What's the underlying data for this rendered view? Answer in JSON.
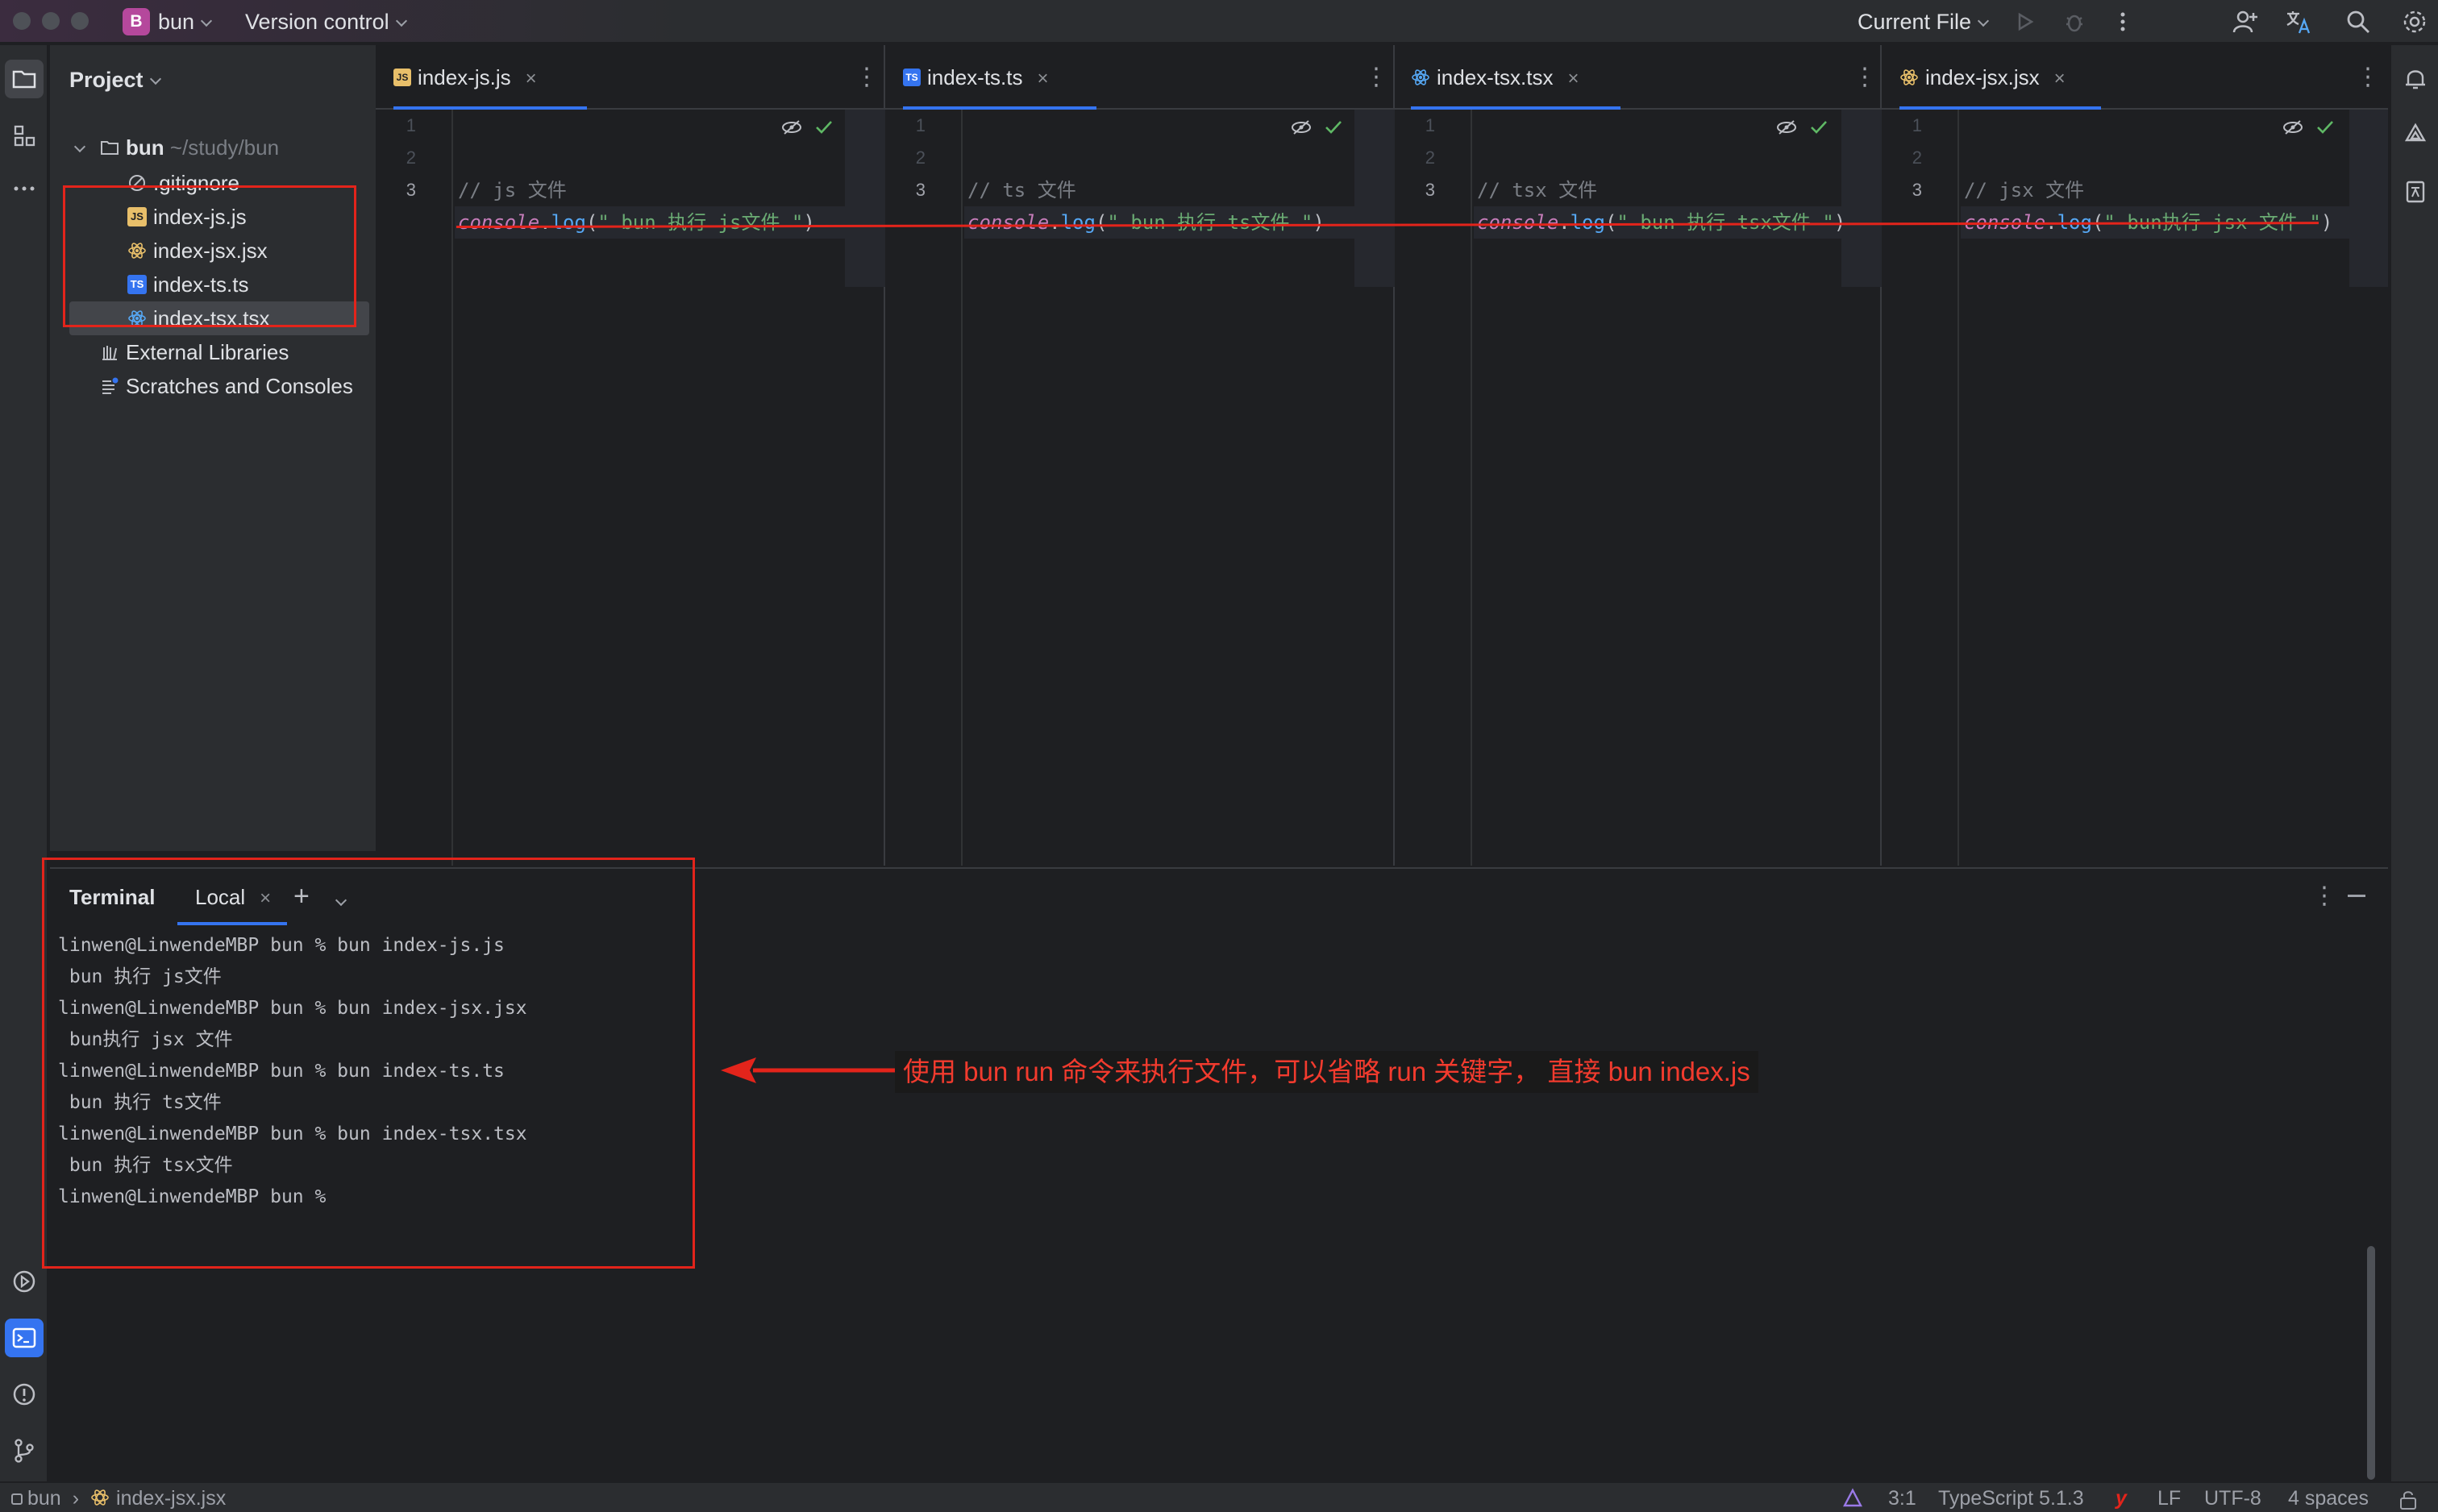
{
  "titlebar": {
    "project_badge": "B",
    "project_name": "bun",
    "version_control": "Version control",
    "run_config": "Current File"
  },
  "project_panel": {
    "title": "Project",
    "root_name": "bun",
    "root_path": "~/study/bun",
    "files": [
      {
        "name": ".gitignore",
        "icon": "gitignore-icon"
      },
      {
        "name": "index-js.js",
        "icon": "js-file-icon"
      },
      {
        "name": "index-jsx.jsx",
        "icon": "react-file-icon"
      },
      {
        "name": "index-ts.ts",
        "icon": "ts-file-icon"
      },
      {
        "name": "index-tsx.tsx",
        "icon": "react-file-icon"
      }
    ],
    "external_libraries": "External Libraries",
    "scratches": "Scratches and Consoles"
  },
  "editors": [
    {
      "tab": "index-js.js",
      "badge": "JS",
      "lines": [
        "1",
        "2",
        "3"
      ],
      "comment": "// js 文件",
      "code": {
        "obj": "console",
        "dot": ".",
        "fn": "log",
        "open": "(",
        "str": "\" bun 执行 js文件 \"",
        "close": ")"
      }
    },
    {
      "tab": "index-ts.ts",
      "badge": "TS",
      "lines": [
        "1",
        "2",
        "3"
      ],
      "comment": "// ts 文件",
      "code": {
        "obj": "console",
        "dot": ".",
        "fn": "log",
        "open": "(",
        "str": "\" bun 执行 ts文件 \"",
        "close": ")"
      }
    },
    {
      "tab": "index-tsx.tsx",
      "badge": "",
      "lines": [
        "1",
        "2",
        "3"
      ],
      "comment": "// tsx 文件",
      "code": {
        "obj": "console",
        "dot": ".",
        "fn": "log",
        "open": "(",
        "str": "\" bun 执行 tsx文件 \"",
        "close": ")"
      }
    },
    {
      "tab": "index-jsx.jsx",
      "badge": "",
      "lines": [
        "1",
        "2",
        "3"
      ],
      "comment": "// jsx 文件",
      "code": {
        "obj": "console",
        "dot": ".",
        "fn": "log",
        "open": "(",
        "str": "\" bun执行 jsx 文件 \"",
        "close": ")"
      }
    }
  ],
  "terminal": {
    "title": "Terminal",
    "tab": "Local",
    "lines": [
      "linwen@LinwendeMBP bun % bun index-js.js",
      " bun 执行 js文件",
      "linwen@LinwendeMBP bun % bun index-jsx.jsx",
      " bun执行 jsx 文件",
      "linwen@LinwendeMBP bun % bun index-ts.ts",
      " bun 执行 ts文件",
      "linwen@LinwendeMBP bun % bun index-tsx.tsx",
      " bun 执行 tsx文件",
      "linwen@LinwendeMBP bun %"
    ]
  },
  "annotation": {
    "text": "使用 bun run 命令来执行文件，可以省略 run 关键字，  直接  bun index.js",
    "color": "#e3241b"
  },
  "statusbar": {
    "crumb_root": "bun",
    "crumb_file": "index-jsx.jsx",
    "position": "3:1",
    "language": "TypeScript 5.1.3",
    "line_ending": "LF",
    "encoding": "UTF-8",
    "indent": "4 spaces"
  },
  "colors": {
    "accent": "#3574f0",
    "annotation_red": "#e3241b",
    "background": "#1e1f22",
    "panel": "#2b2d30"
  }
}
